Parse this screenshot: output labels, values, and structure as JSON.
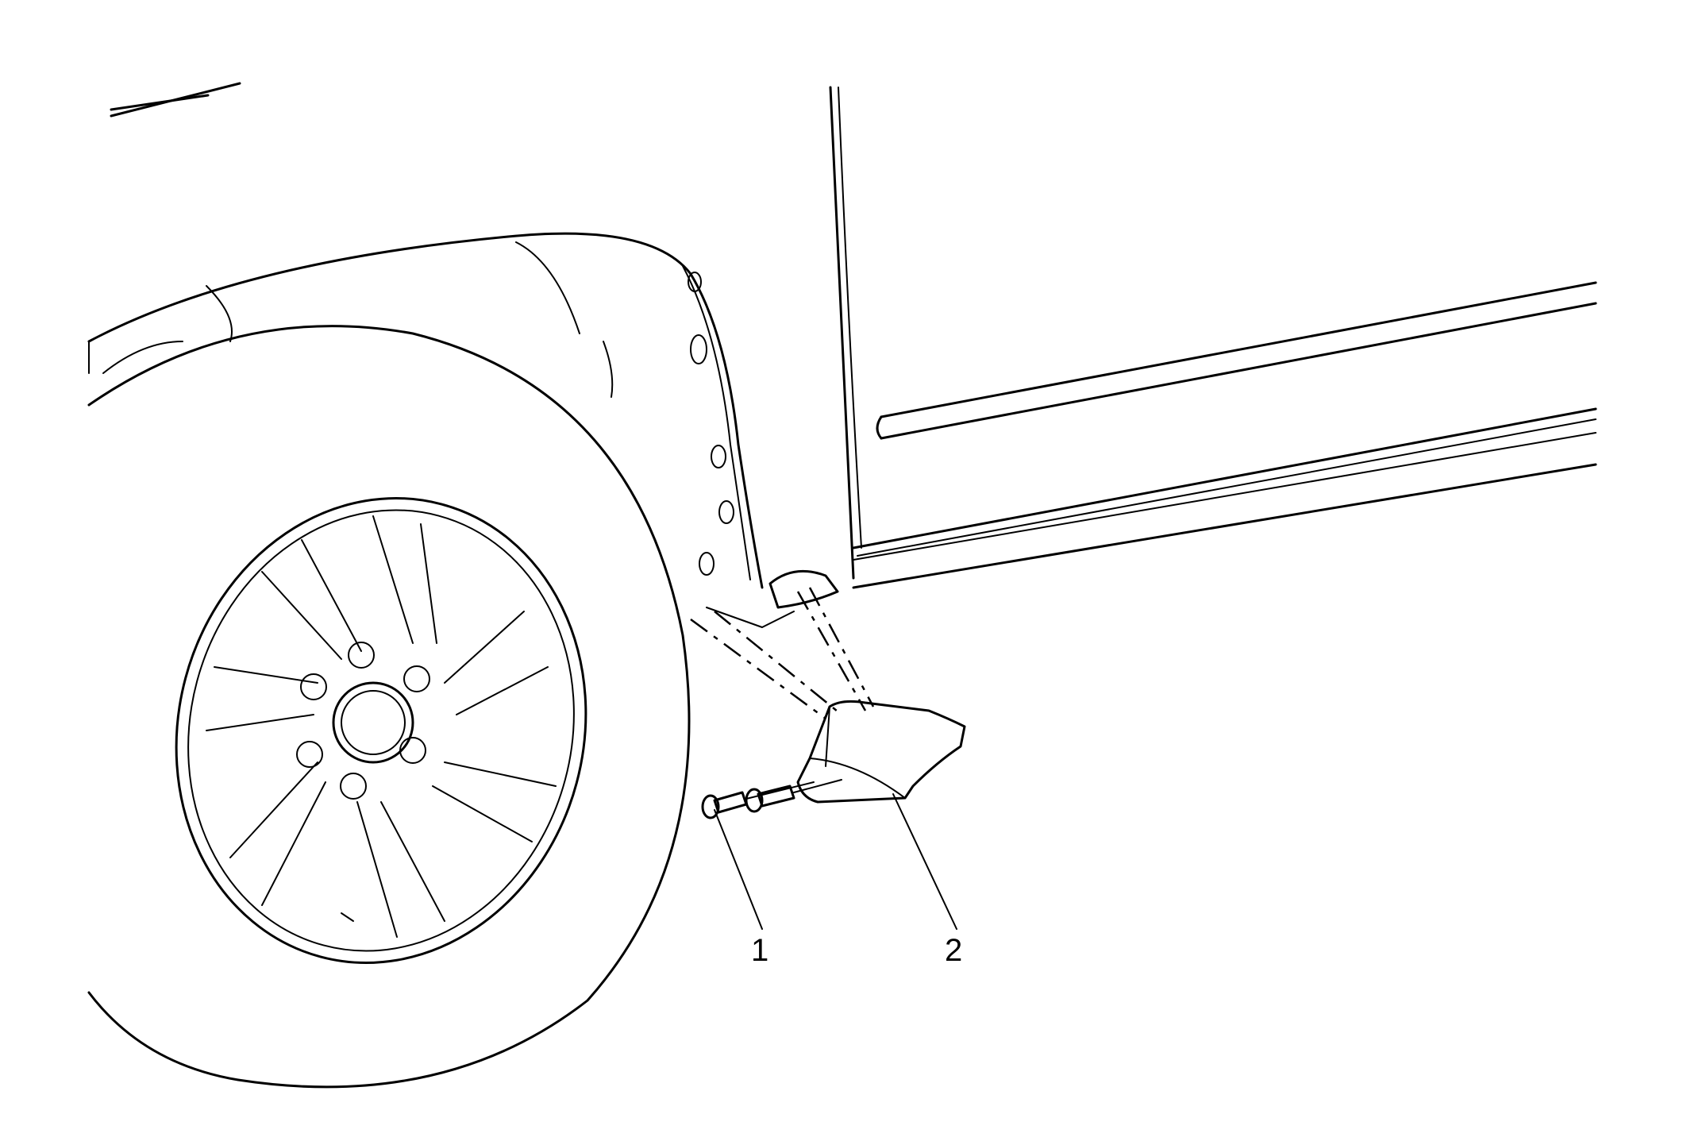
{
  "figure": {
    "callouts": [
      {
        "id": "1",
        "label": "1",
        "part": "fastener"
      },
      {
        "id": "2",
        "label": "2",
        "part": "mud-flap"
      }
    ],
    "colors": {
      "line": "#000000",
      "background": "#ffffff"
    }
  }
}
